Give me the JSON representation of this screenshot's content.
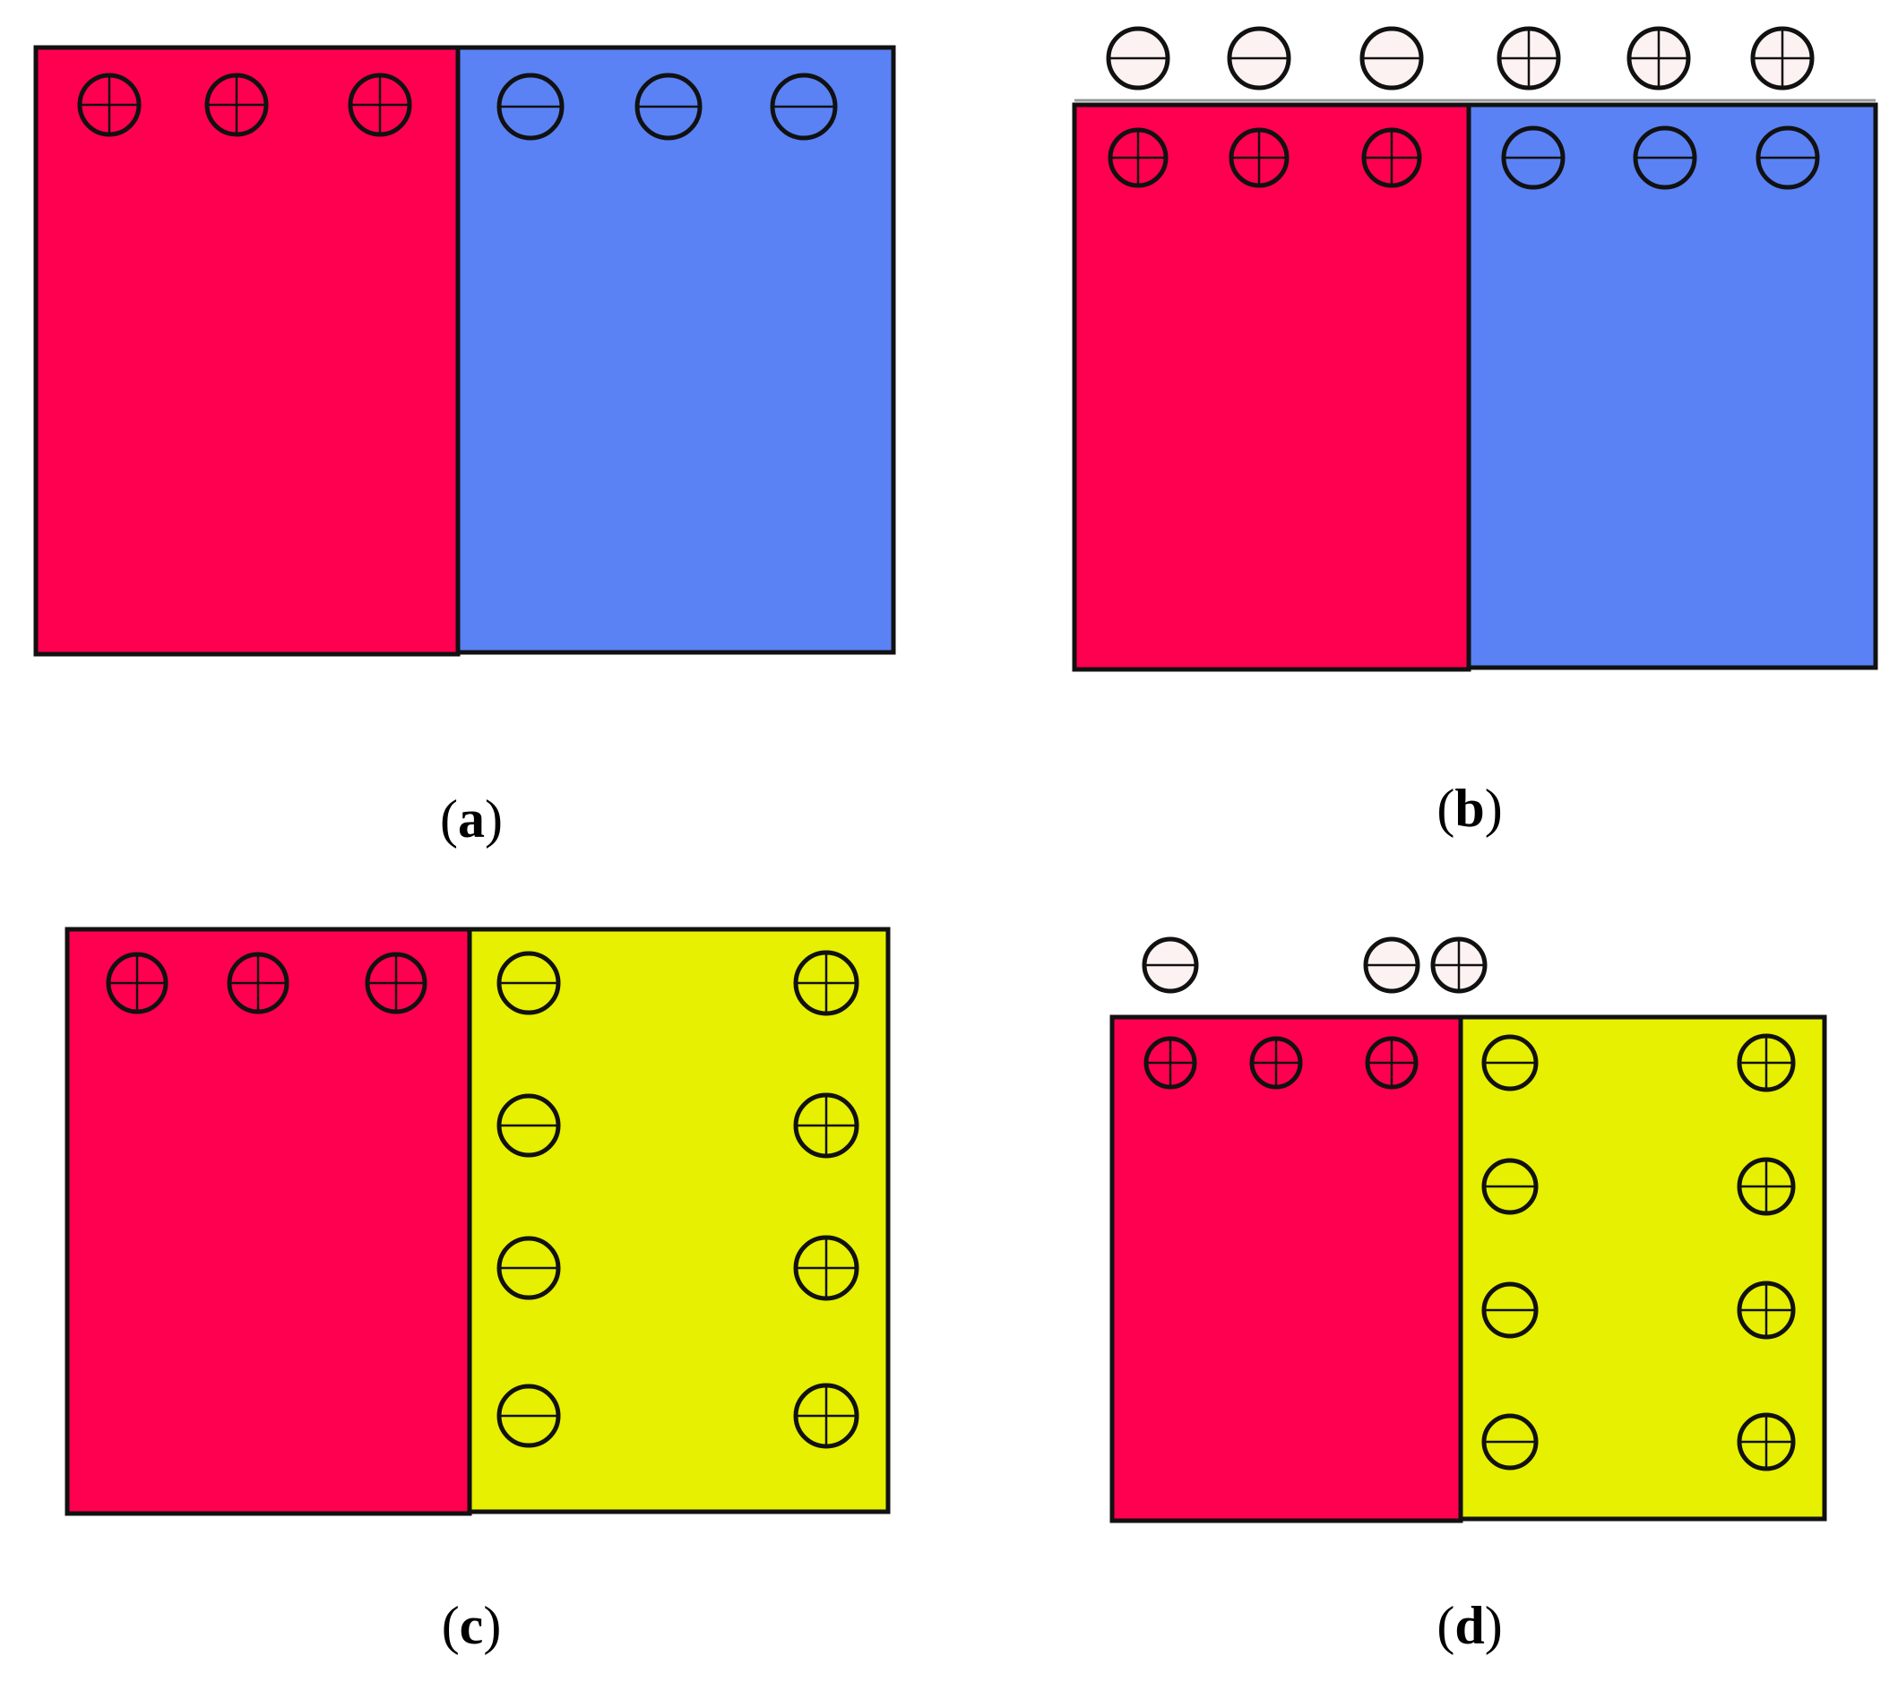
{
  "colors": {
    "red": "#ff0050",
    "blue": "#5a82f5",
    "yellow": "#e6f000",
    "free_particle": "#fdf2f2",
    "outline": "#111111"
  },
  "symbols": {
    "positive": "plus-circle-icon",
    "negative": "minus-circle-icon"
  },
  "panels": [
    {
      "label": "a",
      "left_block": {
        "color": "red",
        "row": [
          "+",
          "+",
          "+"
        ]
      },
      "right_block": {
        "color": "blue",
        "row": [
          "−",
          "−",
          "−"
        ]
      },
      "free_particles": []
    },
    {
      "label": "b",
      "left_block": {
        "color": "red",
        "row": [
          "+",
          "+",
          "+"
        ]
      },
      "right_block": {
        "color": "blue",
        "row": [
          "−",
          "−",
          "−"
        ]
      },
      "free_particles": [
        "−",
        "−",
        "−",
        "+",
        "+",
        "+"
      ]
    },
    {
      "label": "c",
      "left_block": {
        "color": "red",
        "row": [
          "+",
          "+",
          "+"
        ]
      },
      "right_block": {
        "color": "yellow",
        "left_column": [
          "−",
          "−",
          "−",
          "−"
        ],
        "right_column": [
          "+",
          "+",
          "+",
          "+"
        ]
      },
      "free_particles": []
    },
    {
      "label": "d",
      "left_block": {
        "color": "red",
        "row": [
          "+",
          "+",
          "+"
        ]
      },
      "right_block": {
        "color": "yellow",
        "left_column": [
          "−",
          "−",
          "−",
          "−"
        ],
        "right_column": [
          "+",
          "+",
          "+",
          "+"
        ]
      },
      "free_particles": [
        "−",
        "−",
        "+"
      ]
    }
  ]
}
